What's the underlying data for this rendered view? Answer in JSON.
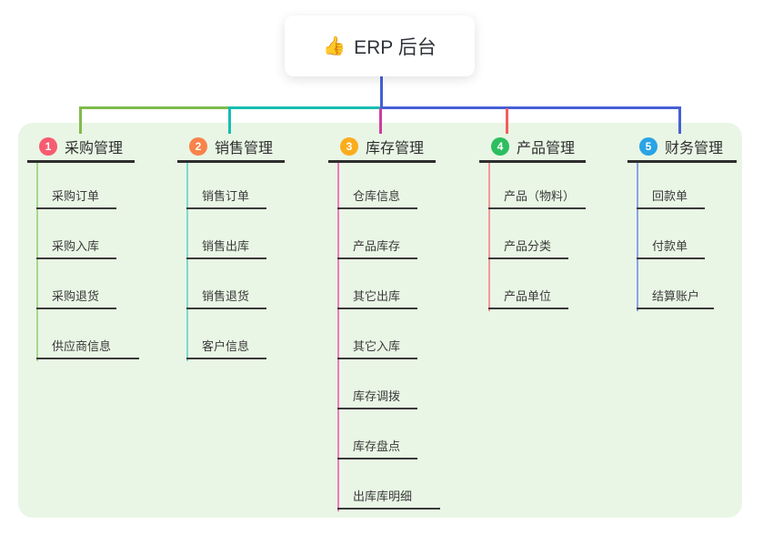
{
  "root": {
    "emoji": "👍",
    "label": "ERP 后台"
  },
  "branches": [
    {
      "badge": "1",
      "label": "采购管理",
      "badge_color": "#F75C70",
      "line_color": "#7FBB4C",
      "child_line_color": "#A9D78D",
      "children": [
        {
          "label": "采购订单"
        },
        {
          "label": "采购入库"
        },
        {
          "label": "采购退货"
        },
        {
          "label": "供应商信息"
        }
      ]
    },
    {
      "badge": "2",
      "label": "销售管理",
      "badge_color": "#F8834B",
      "line_color": "#16BDB2",
      "child_line_color": "#7FD9CE",
      "children": [
        {
          "label": "销售订单"
        },
        {
          "label": "销售出库"
        },
        {
          "label": "销售退货"
        },
        {
          "label": "客户信息"
        }
      ]
    },
    {
      "badge": "3",
      "label": "库存管理",
      "badge_color": "#FBAD1D",
      "line_color": "#CE3D9C",
      "child_line_color": "#EF7ABF",
      "children": [
        {
          "label": "仓库信息"
        },
        {
          "label": "产品库存"
        },
        {
          "label": "其它出库"
        },
        {
          "label": "其它入库"
        },
        {
          "label": "库存调拨"
        },
        {
          "label": "库存盘点"
        },
        {
          "label": "出库库明细"
        }
      ]
    },
    {
      "badge": "4",
      "label": "产品管理",
      "badge_color": "#2DBE60",
      "line_color": "#F25E5E",
      "child_line_color": "#F49898",
      "children": [
        {
          "label": "产品（物料）"
        },
        {
          "label": "产品分类"
        },
        {
          "label": "产品单位"
        }
      ]
    },
    {
      "badge": "5",
      "label": "财务管理",
      "badge_color": "#2AA4E5",
      "line_color": "#4560D4",
      "child_line_color": "#8CA3E3",
      "children": [
        {
          "label": "回款单"
        },
        {
          "label": "付款单"
        },
        {
          "label": "结算账户"
        }
      ]
    }
  ],
  "colors": {
    "canvas_bg": "#FFFFFF",
    "panel_bg": "#E9F6E5",
    "stem": "#4560D4",
    "title_text": "#2E2E2E",
    "child_text": "#3A3A3A"
  }
}
